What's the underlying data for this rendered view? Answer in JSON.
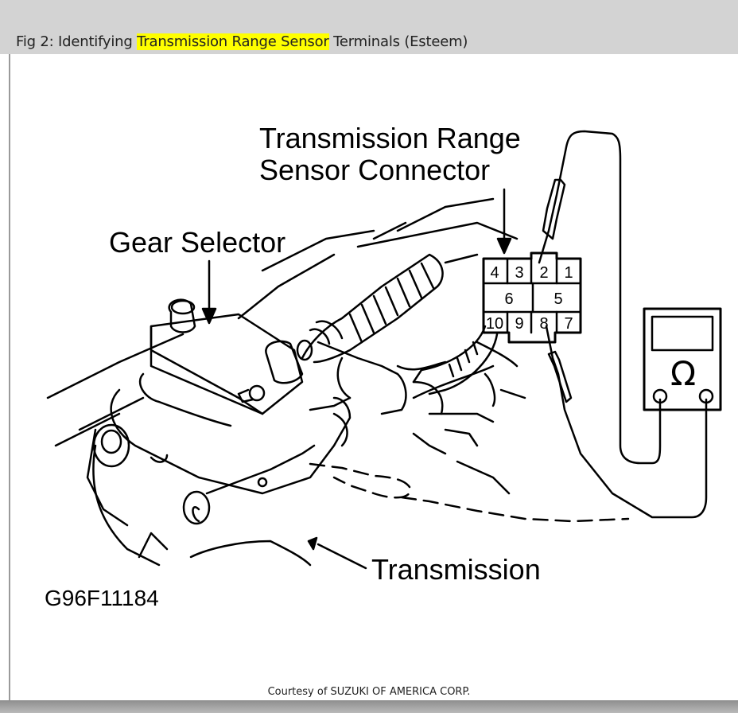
{
  "caption": {
    "prefix": "Fig 2: Identifying ",
    "highlight": "Transmission Range Sensor",
    "suffix": " Terminals (Esteem)"
  },
  "labels": {
    "connector_line1": "Transmission Range",
    "connector_line2": "Sensor Connector",
    "gear_selector": "Gear Selector",
    "transmission": "Transmission",
    "figure_code": "G96F11184"
  },
  "connector_pins": [
    "4",
    "3",
    "2",
    "1",
    "6",
    "5",
    "10",
    "9",
    "8",
    "7"
  ],
  "meter": {
    "symbol": "Ω"
  },
  "credit": "Courtesy of SUZUKI OF AMERICA CORP."
}
